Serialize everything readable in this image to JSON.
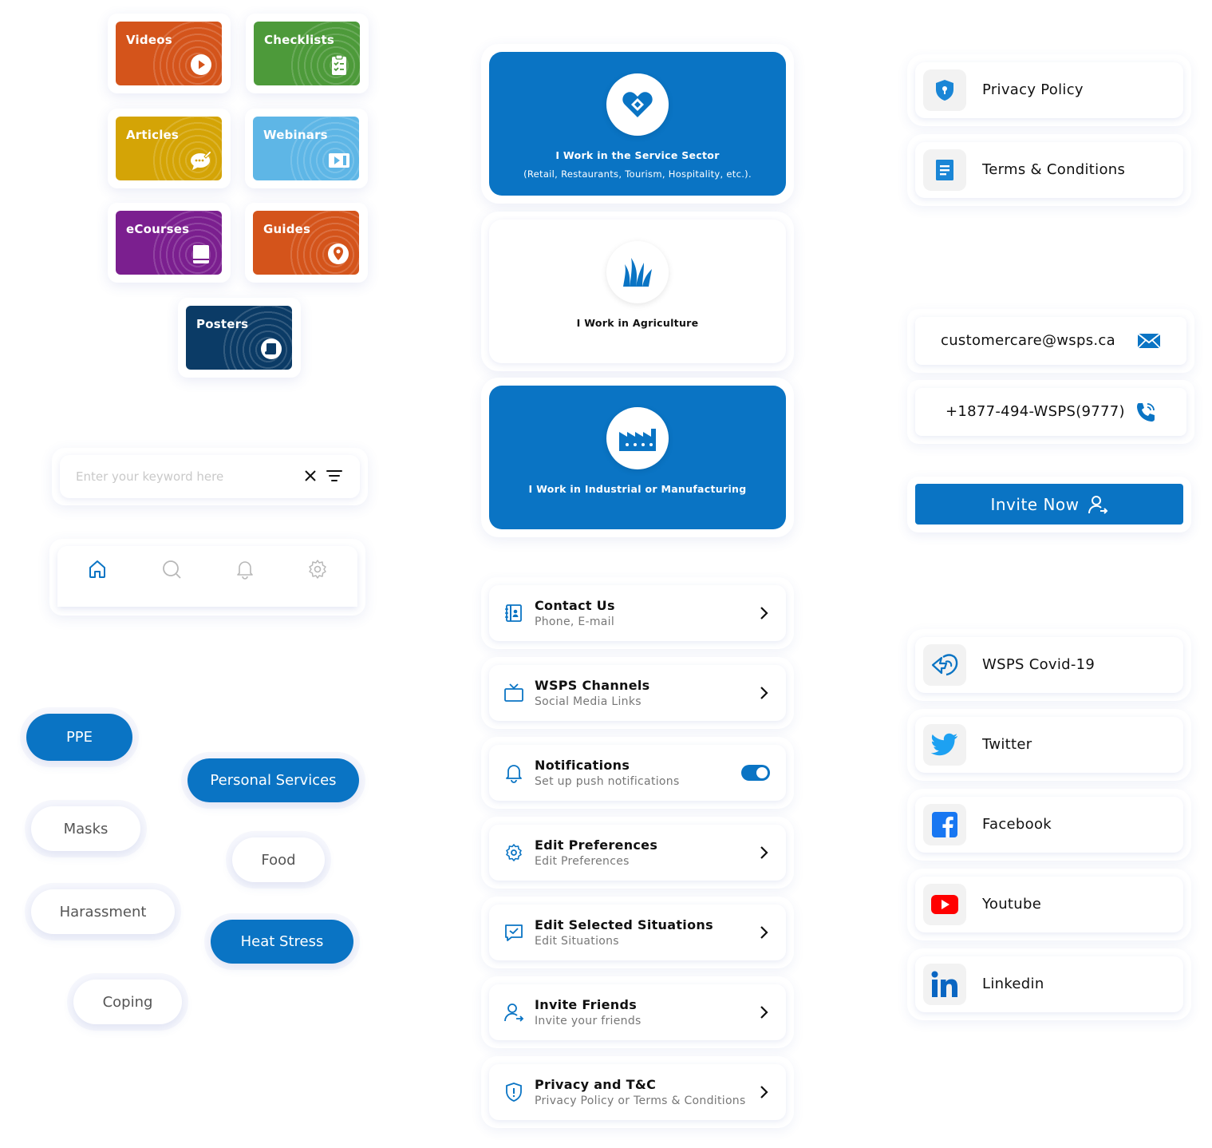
{
  "colors": {
    "primary": "#0a74c4",
    "videos": "#d4541b",
    "checklists": "#4d9a3a",
    "articles": "#d4a406",
    "webinars": "#5eb6e6",
    "ecourses": "#7b1f8f",
    "guides": "#d4541b",
    "posters": "#0b3b66"
  },
  "tiles": [
    {
      "label": "Videos",
      "icon": "play-icon"
    },
    {
      "label": "Checklists",
      "icon": "clipboard-check-icon"
    },
    {
      "label": "Articles",
      "icon": "chat-bubble-icon"
    },
    {
      "label": "Webinars",
      "icon": "video-camera-icon"
    },
    {
      "label": "eCourses",
      "icon": "book-icon"
    },
    {
      "label": "Guides",
      "icon": "location-pin-icon"
    },
    {
      "label": "Posters",
      "icon": "scroll-icon"
    }
  ],
  "search": {
    "placeholder": "Enter your keyword here",
    "value": ""
  },
  "nav": {
    "items": [
      "home-icon",
      "search-icon",
      "bell-icon",
      "gear-icon"
    ],
    "active": "home-icon"
  },
  "pills": [
    {
      "label": "PPE",
      "active": true
    },
    {
      "label": "Personal Services",
      "active": true
    },
    {
      "label": "Masks",
      "active": false
    },
    {
      "label": "Food",
      "active": false
    },
    {
      "label": "Harassment",
      "active": false
    },
    {
      "label": "Heat Stress",
      "active": true
    },
    {
      "label": "Coping",
      "active": false
    }
  ],
  "sectors": [
    {
      "title": "I Work in the Service Sector",
      "subtitle": "(Retail, Restaurants, Tourism, Hospitality, etc.).",
      "icon": "handshake-heart-icon",
      "selected": true
    },
    {
      "title": "I Work in Agriculture",
      "subtitle": "",
      "icon": "grass-icon",
      "selected": false
    },
    {
      "title": "I Work in Industrial or Manufacturing",
      "subtitle": "",
      "icon": "factory-icon",
      "selected": true
    }
  ],
  "settings": [
    {
      "title": "Contact Us",
      "subtitle": "Phone, E-mail",
      "icon": "contact-book-icon",
      "control": "chevron"
    },
    {
      "title": "WSPS Channels",
      "subtitle": "Social Media Links",
      "icon": "tv-icon",
      "control": "chevron"
    },
    {
      "title": "Notifications",
      "subtitle": "Set up push notifications",
      "icon": "bell-icon",
      "control": "toggle",
      "toggle_on": true
    },
    {
      "title": "Edit Preferences",
      "subtitle": "Edit Preferences",
      "icon": "gear-icon",
      "control": "chevron"
    },
    {
      "title": "Edit Selected Situations",
      "subtitle": "Edit Situations",
      "icon": "comment-check-icon",
      "control": "chevron"
    },
    {
      "title": "Invite Friends",
      "subtitle": "Invite your friends",
      "icon": "user-add-icon",
      "control": "chevron"
    },
    {
      "title": "Privacy and T&C",
      "subtitle": "Privacy Policy or Terms & Conditions",
      "icon": "shield-icon",
      "control": "chevron"
    }
  ],
  "legal": [
    {
      "label": "Privacy Policy",
      "icon": "shield-lock-icon"
    },
    {
      "label": "Terms & Conditions",
      "icon": "document-icon"
    }
  ],
  "contact": {
    "email": "customercare@wsps.ca",
    "phone": "+1877-494-WSPS(9777)"
  },
  "invite": {
    "label": "Invite Now"
  },
  "social": [
    {
      "label": "WSPS Covid-19",
      "icon": "wsps-logo-icon"
    },
    {
      "label": "Twitter",
      "icon": "twitter-icon"
    },
    {
      "label": "Facebook",
      "icon": "facebook-icon"
    },
    {
      "label": "Youtube",
      "icon": "youtube-icon"
    },
    {
      "label": "Linkedin",
      "icon": "linkedin-icon"
    }
  ]
}
